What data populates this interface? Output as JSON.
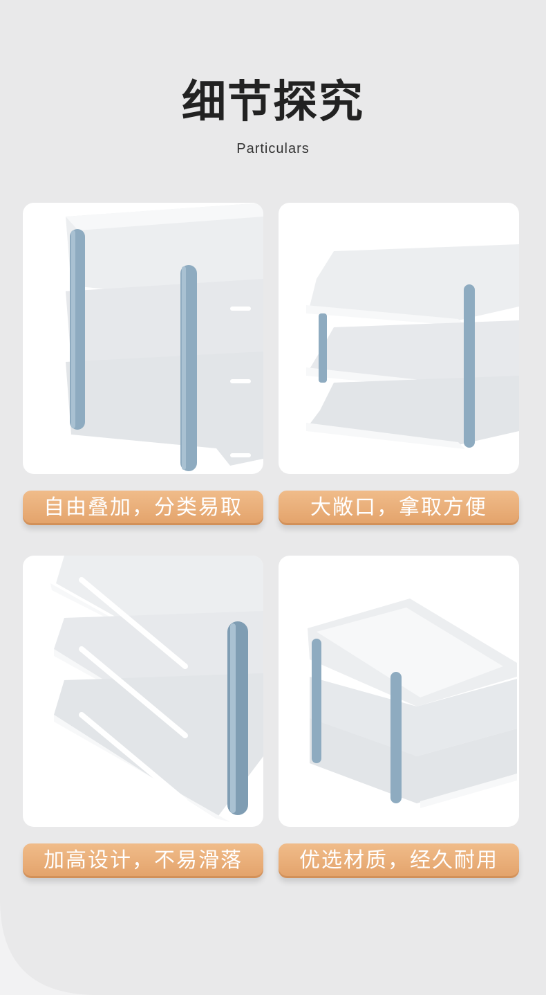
{
  "header": {
    "title": "细节探究",
    "subtitle": "Particulars"
  },
  "features": [
    {
      "caption": "自由叠加，分类易取",
      "image": "stacked-tray-side-view"
    },
    {
      "caption": "大敞口，拿取方便",
      "image": "tray-front-opening-view"
    },
    {
      "caption": "加高设计，不易滑落",
      "image": "tray-raised-edge-closeup"
    },
    {
      "caption": "优选材质，经久耐用",
      "image": "tray-full-product-view"
    }
  ],
  "colors": {
    "background": "#e9e9ea",
    "card": "#ffffff",
    "tray": "#eeeff1",
    "post": "#8eabc0",
    "caption_bg": "#e8a873",
    "caption_text": "#ffffff"
  }
}
